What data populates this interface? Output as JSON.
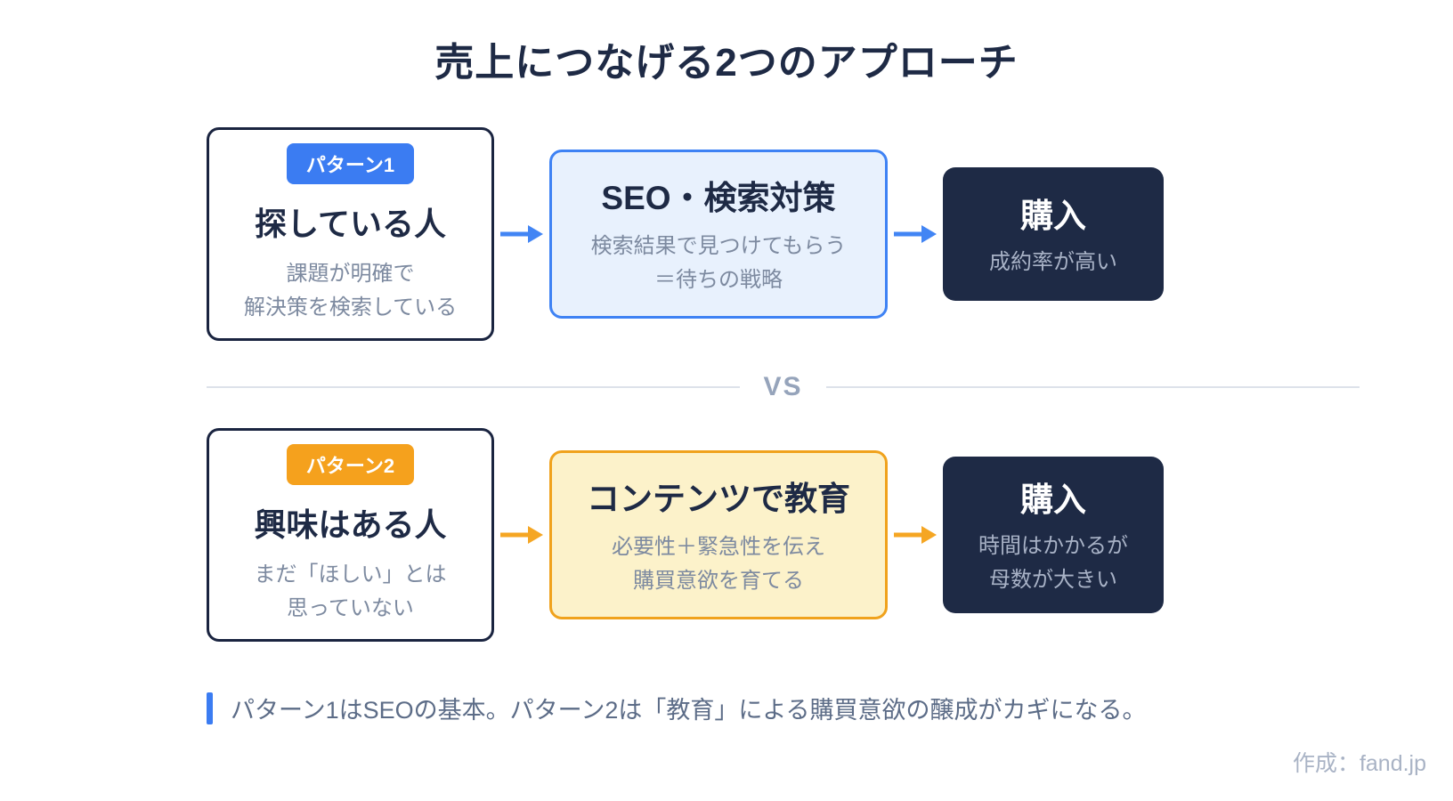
{
  "page": {
    "title": "売上につなげる2つのアプローチ",
    "vs_label": "VS",
    "note": "パターン1はSEOの基本。パターン2は「教育」による購買意欲の醸成がカギになる。",
    "credit": "作成：fand.jp"
  },
  "colors": {
    "navy": "#1e2a45",
    "badge_blue": "#3b7cf2",
    "badge_orange": "#f5a11d",
    "arrow_blue": "#4285f4",
    "arrow_orange": "#f5a623",
    "method_blue_bg": "#e8f1fd",
    "method_blue_border": "#3e82f4",
    "method_yellow_bg": "#fcf2ca",
    "method_yellow_border": "#f0a21c",
    "subtext_gray": "#7d8aa0",
    "divider_gray": "#dde2ea",
    "vs_gray": "#96a4bb"
  },
  "rows": [
    {
      "badge": "パターン1",
      "audience_title": "探している人",
      "audience_lines": [
        "課題が明確で",
        "解決策を検索している"
      ],
      "method_title": "SEO・検索対策",
      "method_lines": [
        "検索結果で見つけてもらう",
        "＝待ちの戦略"
      ],
      "result_title": "購入",
      "result_lines": [
        "成約率が高い"
      ]
    },
    {
      "badge": "パターン2",
      "audience_title": "興味はある人",
      "audience_lines": [
        "まだ「ほしい」とは",
        "思っていない"
      ],
      "method_title": "コンテンツで教育",
      "method_lines": [
        "必要性＋緊急性を伝え",
        "購買意欲を育てる"
      ],
      "result_title": "購入",
      "result_lines": [
        "時間はかかるが",
        "母数が大きい"
      ]
    }
  ]
}
